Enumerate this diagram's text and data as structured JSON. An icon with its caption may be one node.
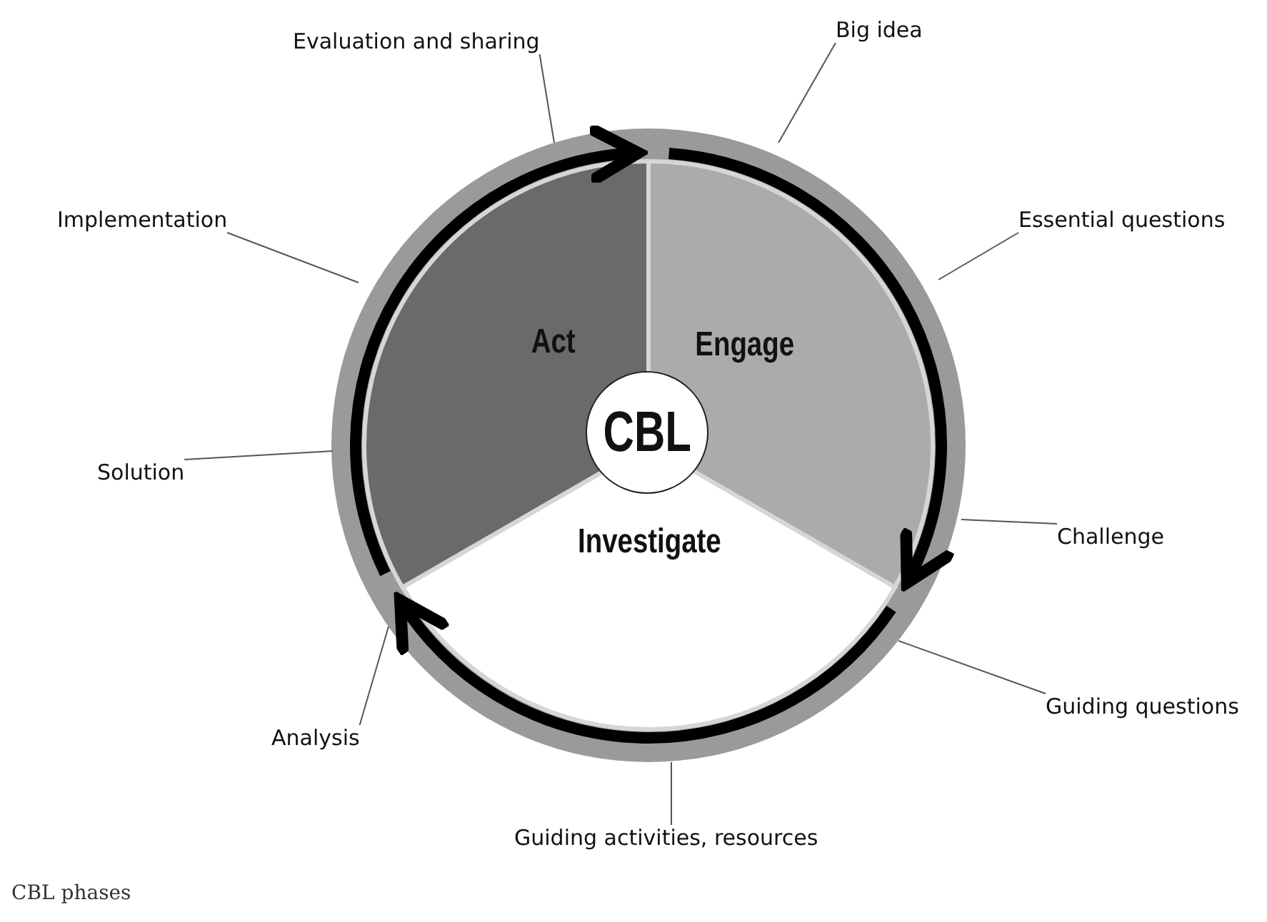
{
  "diagram": {
    "caption": "CBL phases",
    "nodes": [
      {
        "text": [
          "CBL"
        ]
      },
      {
        "text": [
          "Act"
        ]
      },
      {
        "text": [
          "Engage"
        ]
      },
      {
        "text": [
          "Investigate"
        ]
      },
      {
        "text": [
          "Evaluation and sharing"
        ]
      },
      {
        "text": [
          "Big idea"
        ]
      },
      {
        "text": [
          "Essential questions"
        ]
      },
      {
        "text": [
          "Challenge"
        ]
      },
      {
        "text": [
          "Guiding questions"
        ]
      },
      {
        "text": [
          "Guiding activities, resources"
        ]
      },
      {
        "text": [
          "Analysis"
        ]
      },
      {
        "text": [
          "Solution"
        ]
      },
      {
        "text": [
          "Implementation"
        ]
      }
    ],
    "edges": [
      {
        "from": 1,
        "to": 2,
        "arrow": "to",
        "style": "thick"
      },
      {
        "from": 2,
        "to": 3,
        "arrow": "to",
        "style": "thick"
      },
      {
        "from": 3,
        "to": 1,
        "arrow": "to",
        "style": "thick"
      },
      {
        "from": 4,
        "to": null,
        "arrow": "none"
      },
      {
        "from": 5,
        "to": null,
        "arrow": "none"
      },
      {
        "from": 6,
        "to": null,
        "arrow": "none"
      },
      {
        "from": 7,
        "to": null,
        "arrow": "none"
      },
      {
        "from": 8,
        "to": null,
        "arrow": "none"
      },
      {
        "from": 9,
        "to": null,
        "arrow": "none"
      },
      {
        "from": 10,
        "to": null,
        "arrow": "none"
      },
      {
        "from": 11,
        "to": null,
        "arrow": "none"
      },
      {
        "from": 12,
        "to": null,
        "arrow": "none"
      }
    ]
  }
}
